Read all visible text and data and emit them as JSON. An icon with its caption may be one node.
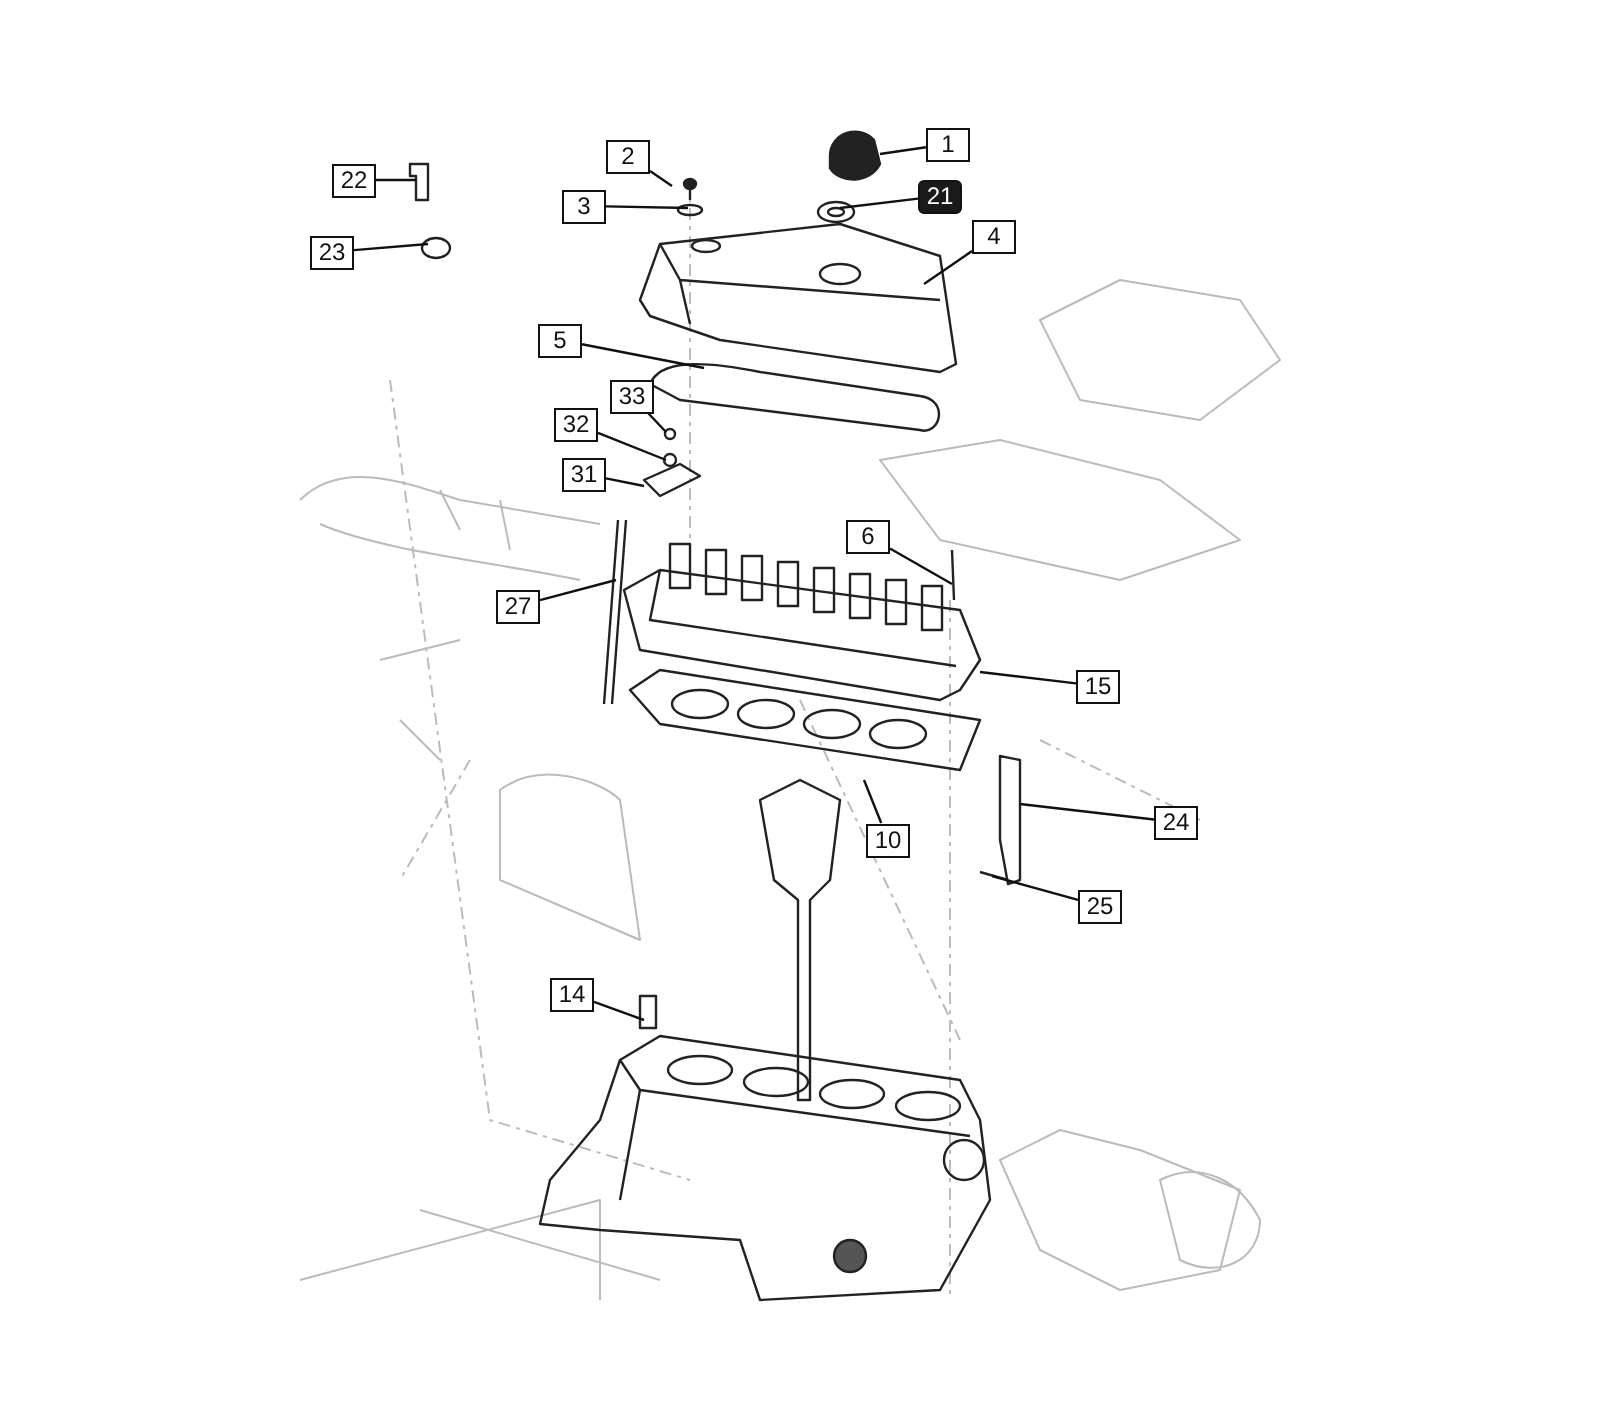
{
  "diagram": {
    "nodes": [
      {
        "text": [
          "1"
        ]
      },
      {
        "text": [
          "2"
        ]
      },
      {
        "text": [
          "22"
        ]
      },
      {
        "text": [
          "21"
        ]
      },
      {
        "text": [
          "3"
        ]
      },
      {
        "text": [
          "4"
        ]
      },
      {
        "text": [
          "23"
        ]
      },
      {
        "text": [
          "5"
        ]
      },
      {
        "text": [
          "33"
        ]
      },
      {
        "text": [
          "32"
        ]
      },
      {
        "text": [
          "31"
        ]
      },
      {
        "text": [
          "6"
        ]
      },
      {
        "text": [
          "27"
        ]
      },
      {
        "text": [
          "15"
        ]
      },
      {
        "text": [
          "10"
        ]
      },
      {
        "text": [
          "24"
        ]
      },
      {
        "text": [
          "25"
        ]
      },
      {
        "text": [
          "14"
        ]
      }
    ],
    "edges": [
      {
        "from": 0,
        "to": null,
        "arrow": "none"
      },
      {
        "from": 1,
        "to": null,
        "arrow": "none"
      },
      {
        "from": 2,
        "to": null,
        "arrow": "none"
      },
      {
        "from": 3,
        "to": null,
        "arrow": "none"
      },
      {
        "from": 4,
        "to": null,
        "arrow": "none"
      },
      {
        "from": 5,
        "to": null,
        "arrow": "none"
      },
      {
        "from": 6,
        "to": null,
        "arrow": "none"
      },
      {
        "from": 7,
        "to": null,
        "arrow": "none"
      },
      {
        "from": 8,
        "to": null,
        "arrow": "none"
      },
      {
        "from": 9,
        "to": null,
        "arrow": "none"
      },
      {
        "from": 10,
        "to": null,
        "arrow": "none"
      },
      {
        "from": 11,
        "to": null,
        "arrow": "none"
      },
      {
        "from": 12,
        "to": null,
        "arrow": "none"
      },
      {
        "from": 13,
        "to": null,
        "arrow": "none"
      },
      {
        "from": 14,
        "to": null,
        "arrow": "none"
      },
      {
        "from": 15,
        "to": null,
        "arrow": "none"
      },
      {
        "from": 16,
        "to": null,
        "arrow": "none"
      },
      {
        "from": 17,
        "to": null,
        "arrow": "none"
      }
    ]
  }
}
